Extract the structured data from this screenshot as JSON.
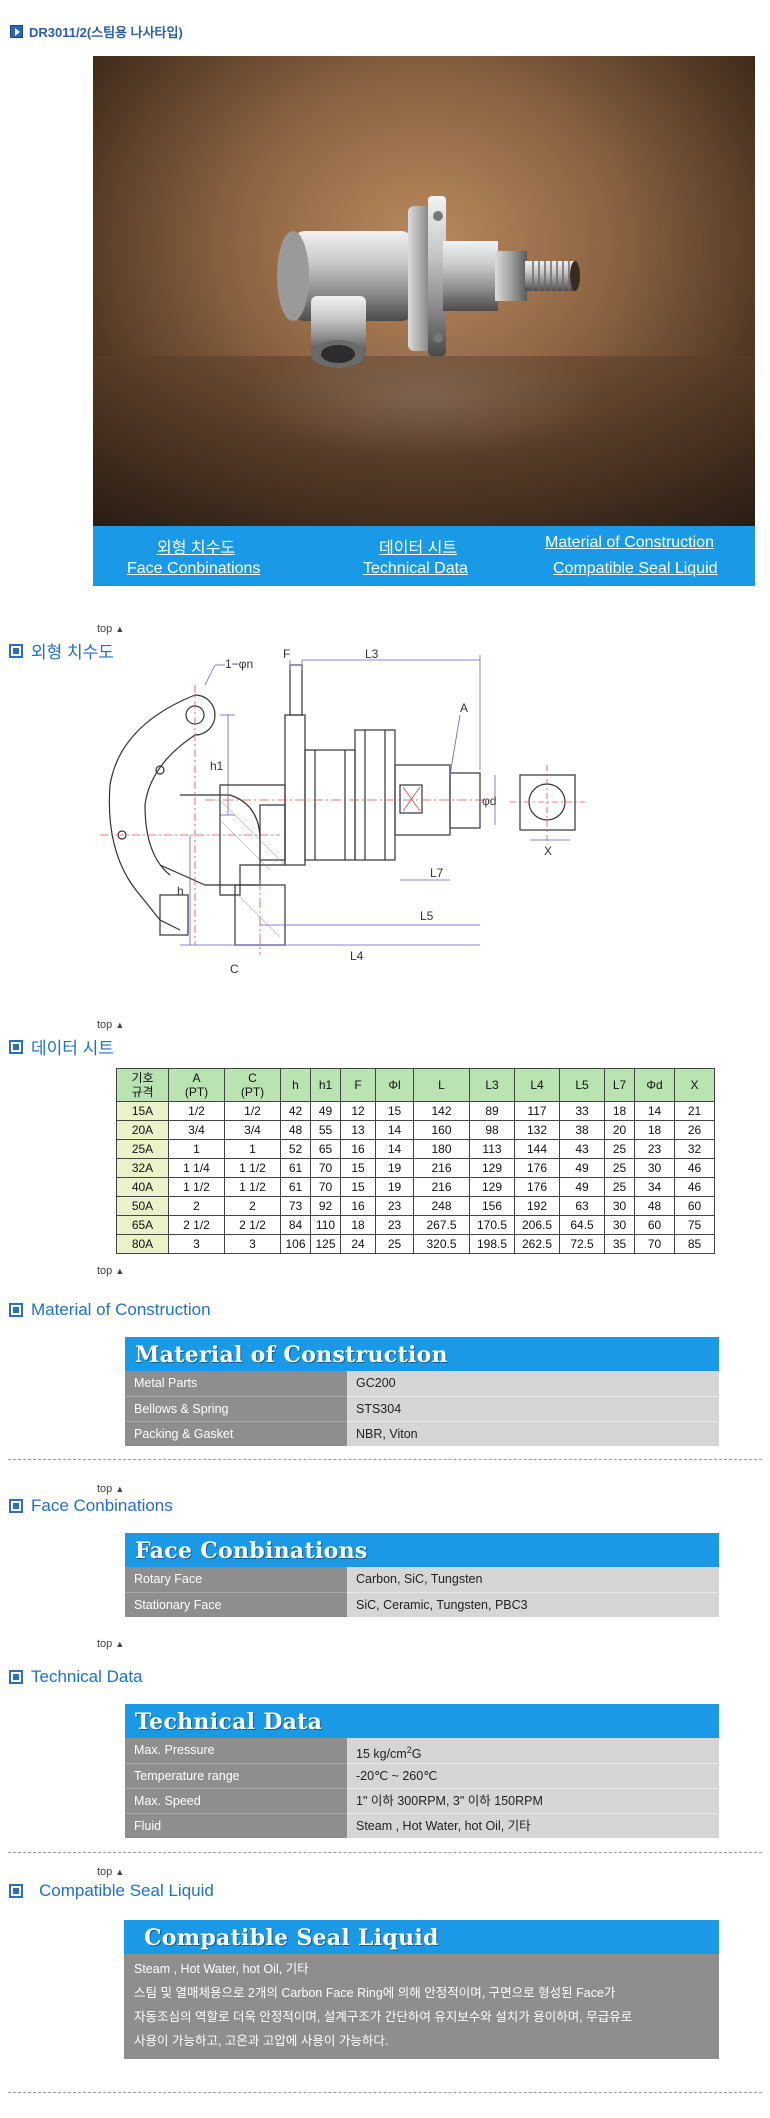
{
  "page": {
    "title": "DR3011/2(스팀용 나사타입)"
  },
  "links": {
    "row1": [
      "외형 치수도",
      "데이터 시트",
      "Material of Construction"
    ],
    "row2": [
      "Face Conbinations",
      "Technical Data",
      "Compatible Seal Liquid"
    ]
  },
  "top_label": "top",
  "top_arrow": "▲",
  "sections": {
    "drawing": "외형 치수도",
    "datasheet": "데이터 시트",
    "material": "Material of Construction",
    "face": "Face Conbinations",
    "technical": "Technical Data",
    "liquid": "Compatible Seal Liquid"
  },
  "drawing_labels": {
    "n": "1−φn",
    "F": "F",
    "L3": "L3",
    "A": "A",
    "h1": "h1",
    "h": "h",
    "phid": "φd",
    "L7": "L7",
    "L5": "L5",
    "L4": "L4",
    "C": "C",
    "X": "X"
  },
  "table": {
    "header_top": "기호",
    "header_bottom": "규격",
    "columns": [
      "A\n(PT)",
      "C\n(PT)",
      "h",
      "h1",
      "F",
      "Φl",
      "L",
      "L3",
      "L4",
      "L5",
      "L7",
      "Φd",
      "X"
    ],
    "rows": [
      [
        "15A",
        "1/2",
        "1/2",
        "42",
        "49",
        "12",
        "15",
        "142",
        "89",
        "117",
        "33",
        "18",
        "14",
        "21"
      ],
      [
        "20A",
        "3/4",
        "3/4",
        "48",
        "55",
        "13",
        "14",
        "160",
        "98",
        "132",
        "38",
        "20",
        "18",
        "26"
      ],
      [
        "25A",
        "1",
        "1",
        "52",
        "65",
        "16",
        "14",
        "180",
        "113",
        "144",
        "43",
        "25",
        "23",
        "32"
      ],
      [
        "32A",
        "1 1/4",
        "1 1/2",
        "61",
        "70",
        "15",
        "19",
        "216",
        "129",
        "176",
        "49",
        "25",
        "30",
        "46"
      ],
      [
        "40A",
        "1 1/2",
        "1 1/2",
        "61",
        "70",
        "15",
        "19",
        "216",
        "129",
        "176",
        "49",
        "25",
        "34",
        "46"
      ],
      [
        "50A",
        "2",
        "2",
        "73",
        "92",
        "16",
        "23",
        "248",
        "156",
        "192",
        "63",
        "30",
        "48",
        "60"
      ],
      [
        "65A",
        "2 1/2",
        "2 1/2",
        "84",
        "110",
        "18",
        "23",
        "267.5",
        "170.5",
        "206.5",
        "64.5",
        "30",
        "60",
        "75"
      ],
      [
        "80A",
        "3",
        "3",
        "106",
        "125",
        "24",
        "25",
        "320.5",
        "198.5",
        "262.5",
        "72.5",
        "35",
        "70",
        "85"
      ]
    ]
  },
  "material": {
    "title": "Material of Construction",
    "rows": [
      {
        "k": "Metal Parts",
        "v": "GC200"
      },
      {
        "k": "Bellows & Spring",
        "v": "STS304"
      },
      {
        "k": "Packing & Gasket",
        "v": "NBR, Viton"
      }
    ]
  },
  "face": {
    "title": "Face Conbinations",
    "rows": [
      {
        "k": "Rotary Face",
        "v": "Carbon, SiC, Tungsten"
      },
      {
        "k": "Stationary Face",
        "v": "SiC, Ceramic, Tungsten, PBC3"
      }
    ]
  },
  "technical": {
    "title": "Technical Data",
    "pressure_key": "Max. Pressure",
    "pressure_val": "15 kg/cm",
    "pressure_sup": "2",
    "pressure_unit": "G",
    "rows": [
      {
        "k": "Temperature range",
        "v": "-20℃ ~ 260℃"
      },
      {
        "k": "Max. Speed",
        "v": "1\" 이하 300RPM,  3\" 이하 150RPM"
      },
      {
        "k": "Fluid",
        "v": "Steam , Hot Water, hot Oil, 기타"
      }
    ]
  },
  "liquid": {
    "title": "Compatible Seal Liquid",
    "lines": [
      "Steam , Hot Water, hot Oil, 기타",
      "스팀 및 열매체용으로 2개의 Carbon Face Ring에 의해 안정적이며, 구면으로 형성된 Face가",
      "자동조심의 역할로 더욱 안정적이며, 설계구조가 간단하여 유지보수와 설치가 용이하며, 무급유로",
      "사용이 가능하고, 고온과 고압에 사용이 가능하다."
    ]
  },
  "colors": {
    "accent": "#1a9ae6",
    "title_blue": "#1f6fd0",
    "table_header": "#b9e3b1",
    "table_first_col": "#e9f2c9",
    "key_bg": "#8e8e8e",
    "val_bg": "#d6d6d6"
  }
}
